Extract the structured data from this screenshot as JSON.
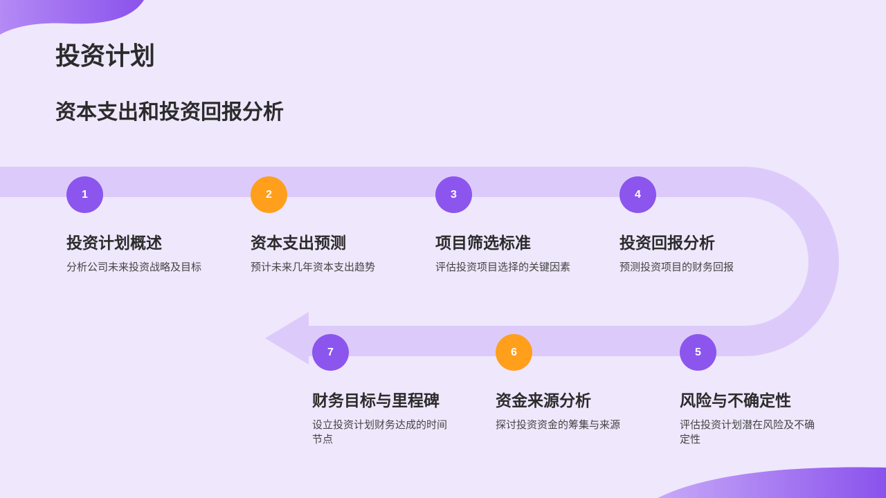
{
  "header": {
    "title": "投资计划",
    "subtitle": "资本支出和投资回报分析"
  },
  "colors": {
    "background": "#efe7fc",
    "track": "#dccbfa",
    "purple_badge": "#8c55ee",
    "orange_badge": "#ff9f1c",
    "text": "#2b2b2b"
  },
  "steps": [
    {
      "number": "1",
      "title": "投资计划概述",
      "description": "分析公司未来投资战略及目标",
      "accent": "purple"
    },
    {
      "number": "2",
      "title": "资本支出预测",
      "description": "预计未来几年资本支出趋势",
      "accent": "orange"
    },
    {
      "number": "3",
      "title": "项目筛选标准",
      "description": "评估投资项目选择的关键因素",
      "accent": "purple"
    },
    {
      "number": "4",
      "title": "投资回报分析",
      "description": "预测投资项目的财务回报",
      "accent": "purple"
    },
    {
      "number": "5",
      "title": "风险与不确定性",
      "description": "评估投资计划潜在风险及不确定性",
      "accent": "purple"
    },
    {
      "number": "6",
      "title": "资金来源分析",
      "description": "探讨投资资金的筹集与来源",
      "accent": "orange"
    },
    {
      "number": "7",
      "title": "财务目标与里程碑",
      "description": "设立投资计划财务达成的时间节点",
      "accent": "purple"
    }
  ]
}
